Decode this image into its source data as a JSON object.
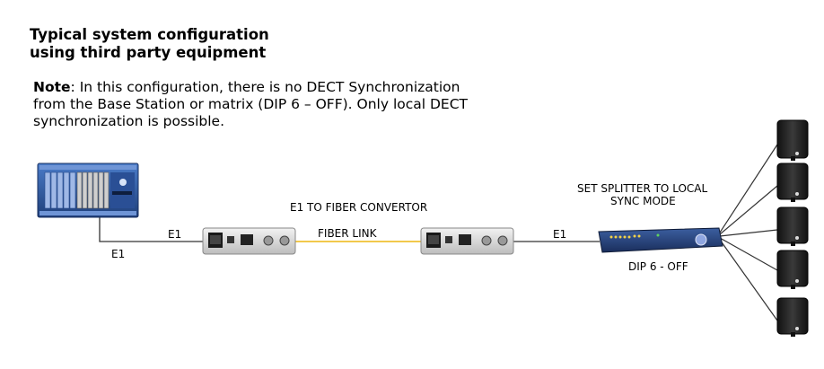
{
  "title": {
    "line1": "Typical system configuration",
    "line2": "using third party equipment"
  },
  "note": {
    "label": "Note",
    "line1": ": In this configuration, there is no DECT Synchronization",
    "line2": "from the Base Station or matrix (DIP 6 – OFF). Only local DECT",
    "line3": "synchronization is possible."
  },
  "labels": {
    "e1_left_top": "E1",
    "e1_left_bottom": "E1",
    "converter_title": "E1 TO FIBER CONVERTOR",
    "fiber_link": "FIBER LINK",
    "e1_right": "E1",
    "splitter_line1": "SET SPLITTER TO LOCAL",
    "splitter_line2": "SYNC MODE",
    "dip": "DIP 6 - OFF"
  },
  "colors": {
    "rack_blue": "#2f5fa8",
    "fiber": "#f2c94c",
    "device_gray": "#d8d8d8",
    "antenna": "#222222"
  }
}
